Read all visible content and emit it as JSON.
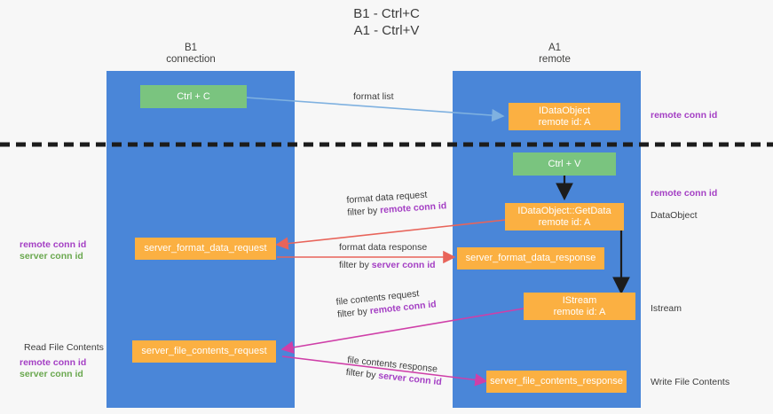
{
  "title": {
    "line1": "B1 - Ctrl+C",
    "line2": "A1 - Ctrl+V"
  },
  "lanes": [
    {
      "id": "b1",
      "name": "B1",
      "sub": "connection"
    },
    {
      "id": "a1",
      "name": "A1",
      "sub": "remote"
    }
  ],
  "nodes": {
    "ctrl_c": {
      "label": "Ctrl + C",
      "color": "#7ac47f"
    },
    "idataobject": {
      "line1": "IDataObject",
      "line2": "remote id: A",
      "color": "#fbb042"
    },
    "ctrl_v": {
      "label": "Ctrl + V",
      "color": "#7ac47f"
    },
    "getdata": {
      "line1": "IDataObject::GetData",
      "line2": "remote id: A",
      "color": "#fbb042"
    },
    "server_format_data_request": {
      "label": "server_format_data_request",
      "color": "#fbb042"
    },
    "server_format_data_response": {
      "label": "server_format_data_response",
      "color": "#fbb042"
    },
    "istream": {
      "line1": "IStream",
      "line2": "remote id: A",
      "color": "#fbb042"
    },
    "server_file_contents_request": {
      "label": "server_file_contents_request",
      "color": "#fbb042"
    },
    "server_file_contents_response": {
      "label": "server_file_contents_response",
      "color": "#fbb042"
    }
  },
  "edge_labels": {
    "format_list": "format list",
    "format_data_request": "format data request",
    "format_data_request_filter_prefix": "filter by ",
    "format_data_request_filter_key": "remote conn id",
    "format_data_response": "format data response",
    "format_data_response_filter_prefix": "filter by ",
    "format_data_response_filter_key": "server conn id",
    "file_contents_request": "file contents request",
    "file_contents_request_filter_prefix": "filter by ",
    "file_contents_request_filter_key": "remote conn id",
    "file_contents_response": "file contents response",
    "file_contents_response_filter_prefix": "filter by ",
    "file_contents_response_filter_key": "server conn id"
  },
  "annotations": {
    "right_remote_conn_id_top": "remote conn id",
    "right_remote_conn_id_mid": "remote conn id",
    "right_dataobject": "DataObject",
    "right_istream": "Istream",
    "right_write_file_contents": "Write File Contents",
    "left_remote_conn_id": "remote conn id",
    "left_server_conn_id": "server conn id",
    "left_read_file_contents": "Read File Contents",
    "left_remote_conn_id_2": "remote conn id",
    "left_server_conn_id_2": "server conn id"
  },
  "colors": {
    "lane": "#4a86d8",
    "green_node": "#7ac47f",
    "orange_node": "#fbb042",
    "purple": "#a43fc4",
    "green_text": "#6aa84f",
    "arrow_blue": "#7fb1e0",
    "arrow_red": "#e8645a",
    "arrow_magenta": "#cf3fa8",
    "arrow_black": "#1c1c1c",
    "divider": "#1c1c1c",
    "background": "#f7f7f7"
  }
}
